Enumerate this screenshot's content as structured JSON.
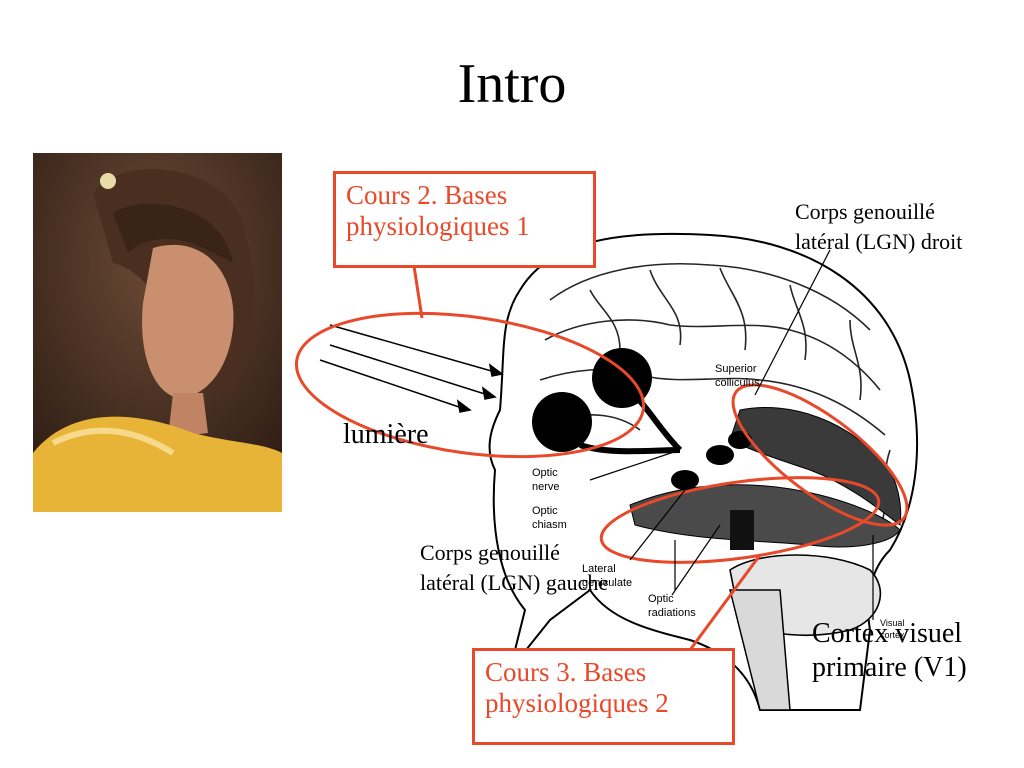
{
  "slide": {
    "title": "Intro"
  },
  "boxes": {
    "course2_line1": "Cours 2. Bases",
    "course2_line2": "physiologiques 1",
    "course3_line1": "Cours 3. Bases",
    "course3_line2": "physiologiques 2"
  },
  "labels": {
    "lgn_right_line1": "Corps genouillé",
    "lgn_right_line2": "latéral (LGN) droit",
    "lgn_left_line1": "Corps genouillé",
    "lgn_left_line2": "latéral (LGN) gauche",
    "light": "lumière",
    "v1_line1": "Cortex visuel",
    "v1_line2": "primaire (V1)"
  },
  "anatomy_labels": {
    "superior_colliculus_1": "Superior",
    "superior_colliculus_2": "colliculus",
    "optic_nerve_1": "Optic",
    "optic_nerve_2": "nerve",
    "optic_chiasm_1": "Optic",
    "optic_chiasm_2": "chiasm",
    "lateral_geniculate_1": "Lateral",
    "lateral_geniculate_2": "geniculate",
    "optic_radiations_1": "Optic",
    "optic_radiations_2": "radiations",
    "visual_cortex_1": "Visual",
    "visual_cortex_2": "cortex"
  },
  "colors": {
    "accent": "#e8492a",
    "photo_dress": "#e8b437"
  }
}
